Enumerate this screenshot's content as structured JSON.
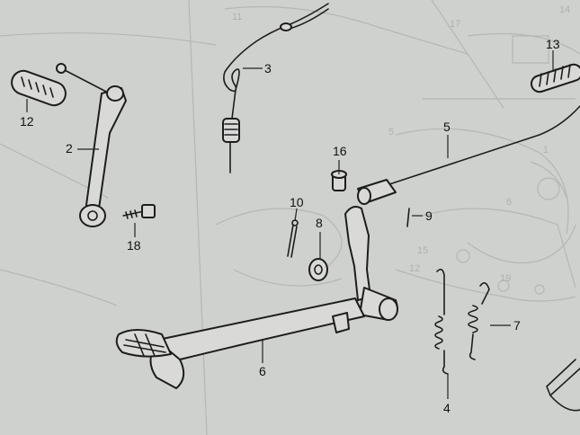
{
  "diagram": {
    "callouts": [
      {
        "id": "12",
        "label": "12"
      },
      {
        "id": "2",
        "label": "2"
      },
      {
        "id": "3",
        "label": "3"
      },
      {
        "id": "18",
        "label": "18"
      },
      {
        "id": "16",
        "label": "16"
      },
      {
        "id": "10",
        "label": "10"
      },
      {
        "id": "8",
        "label": "8"
      },
      {
        "id": "9",
        "label": "9"
      },
      {
        "id": "5",
        "label": "5"
      },
      {
        "id": "13",
        "label": "13"
      },
      {
        "id": "7",
        "label": "7"
      },
      {
        "id": "6",
        "label": "6"
      },
      {
        "id": "4",
        "label": "4"
      }
    ],
    "background_labels": [
      "11",
      "17",
      "5",
      "6",
      "15",
      "12",
      "19",
      "14",
      "1"
    ]
  },
  "colors": {
    "paper": "#cfd1cf",
    "ink": "#1d1d1d",
    "ghost": "#b4b7b5"
  }
}
